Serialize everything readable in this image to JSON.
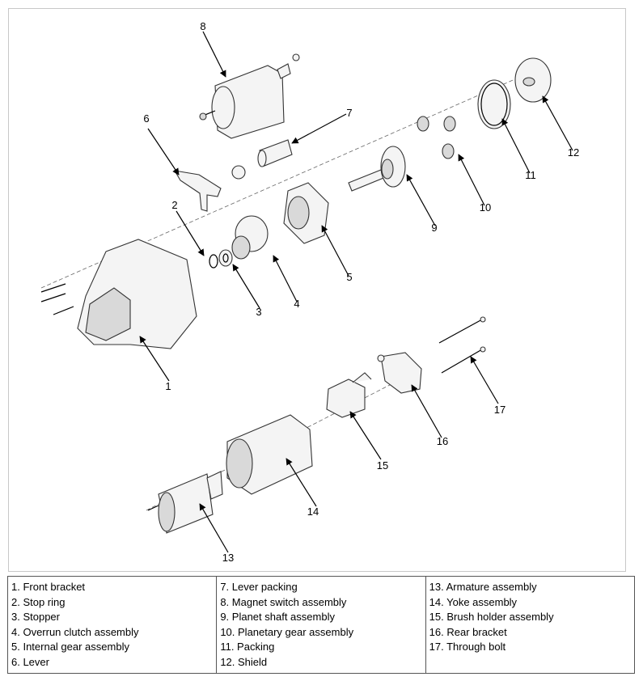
{
  "callouts": [
    "1",
    "2",
    "3",
    "4",
    "5",
    "6",
    "7",
    "8",
    "9",
    "10",
    "11",
    "12",
    "13",
    "14",
    "15",
    "16",
    "17"
  ],
  "legend": {
    "columns": [
      [
        "1. Front bracket",
        "2. Stop ring",
        "3. Stopper",
        "4. Overrun clutch assembly",
        "5. Internal gear assembly",
        "6. Lever"
      ],
      [
        "7. Lever packing",
        "8. Magnet switch assembly",
        "9. Planet shaft assembly",
        "10. Planetary gear assembly",
        "11. Packing",
        "12. Shield"
      ],
      [
        "13. Armature assembly",
        "14. Yoke assembly",
        "15. Brush holder assembly",
        "16. Rear bracket",
        "17. Through bolt"
      ]
    ]
  }
}
